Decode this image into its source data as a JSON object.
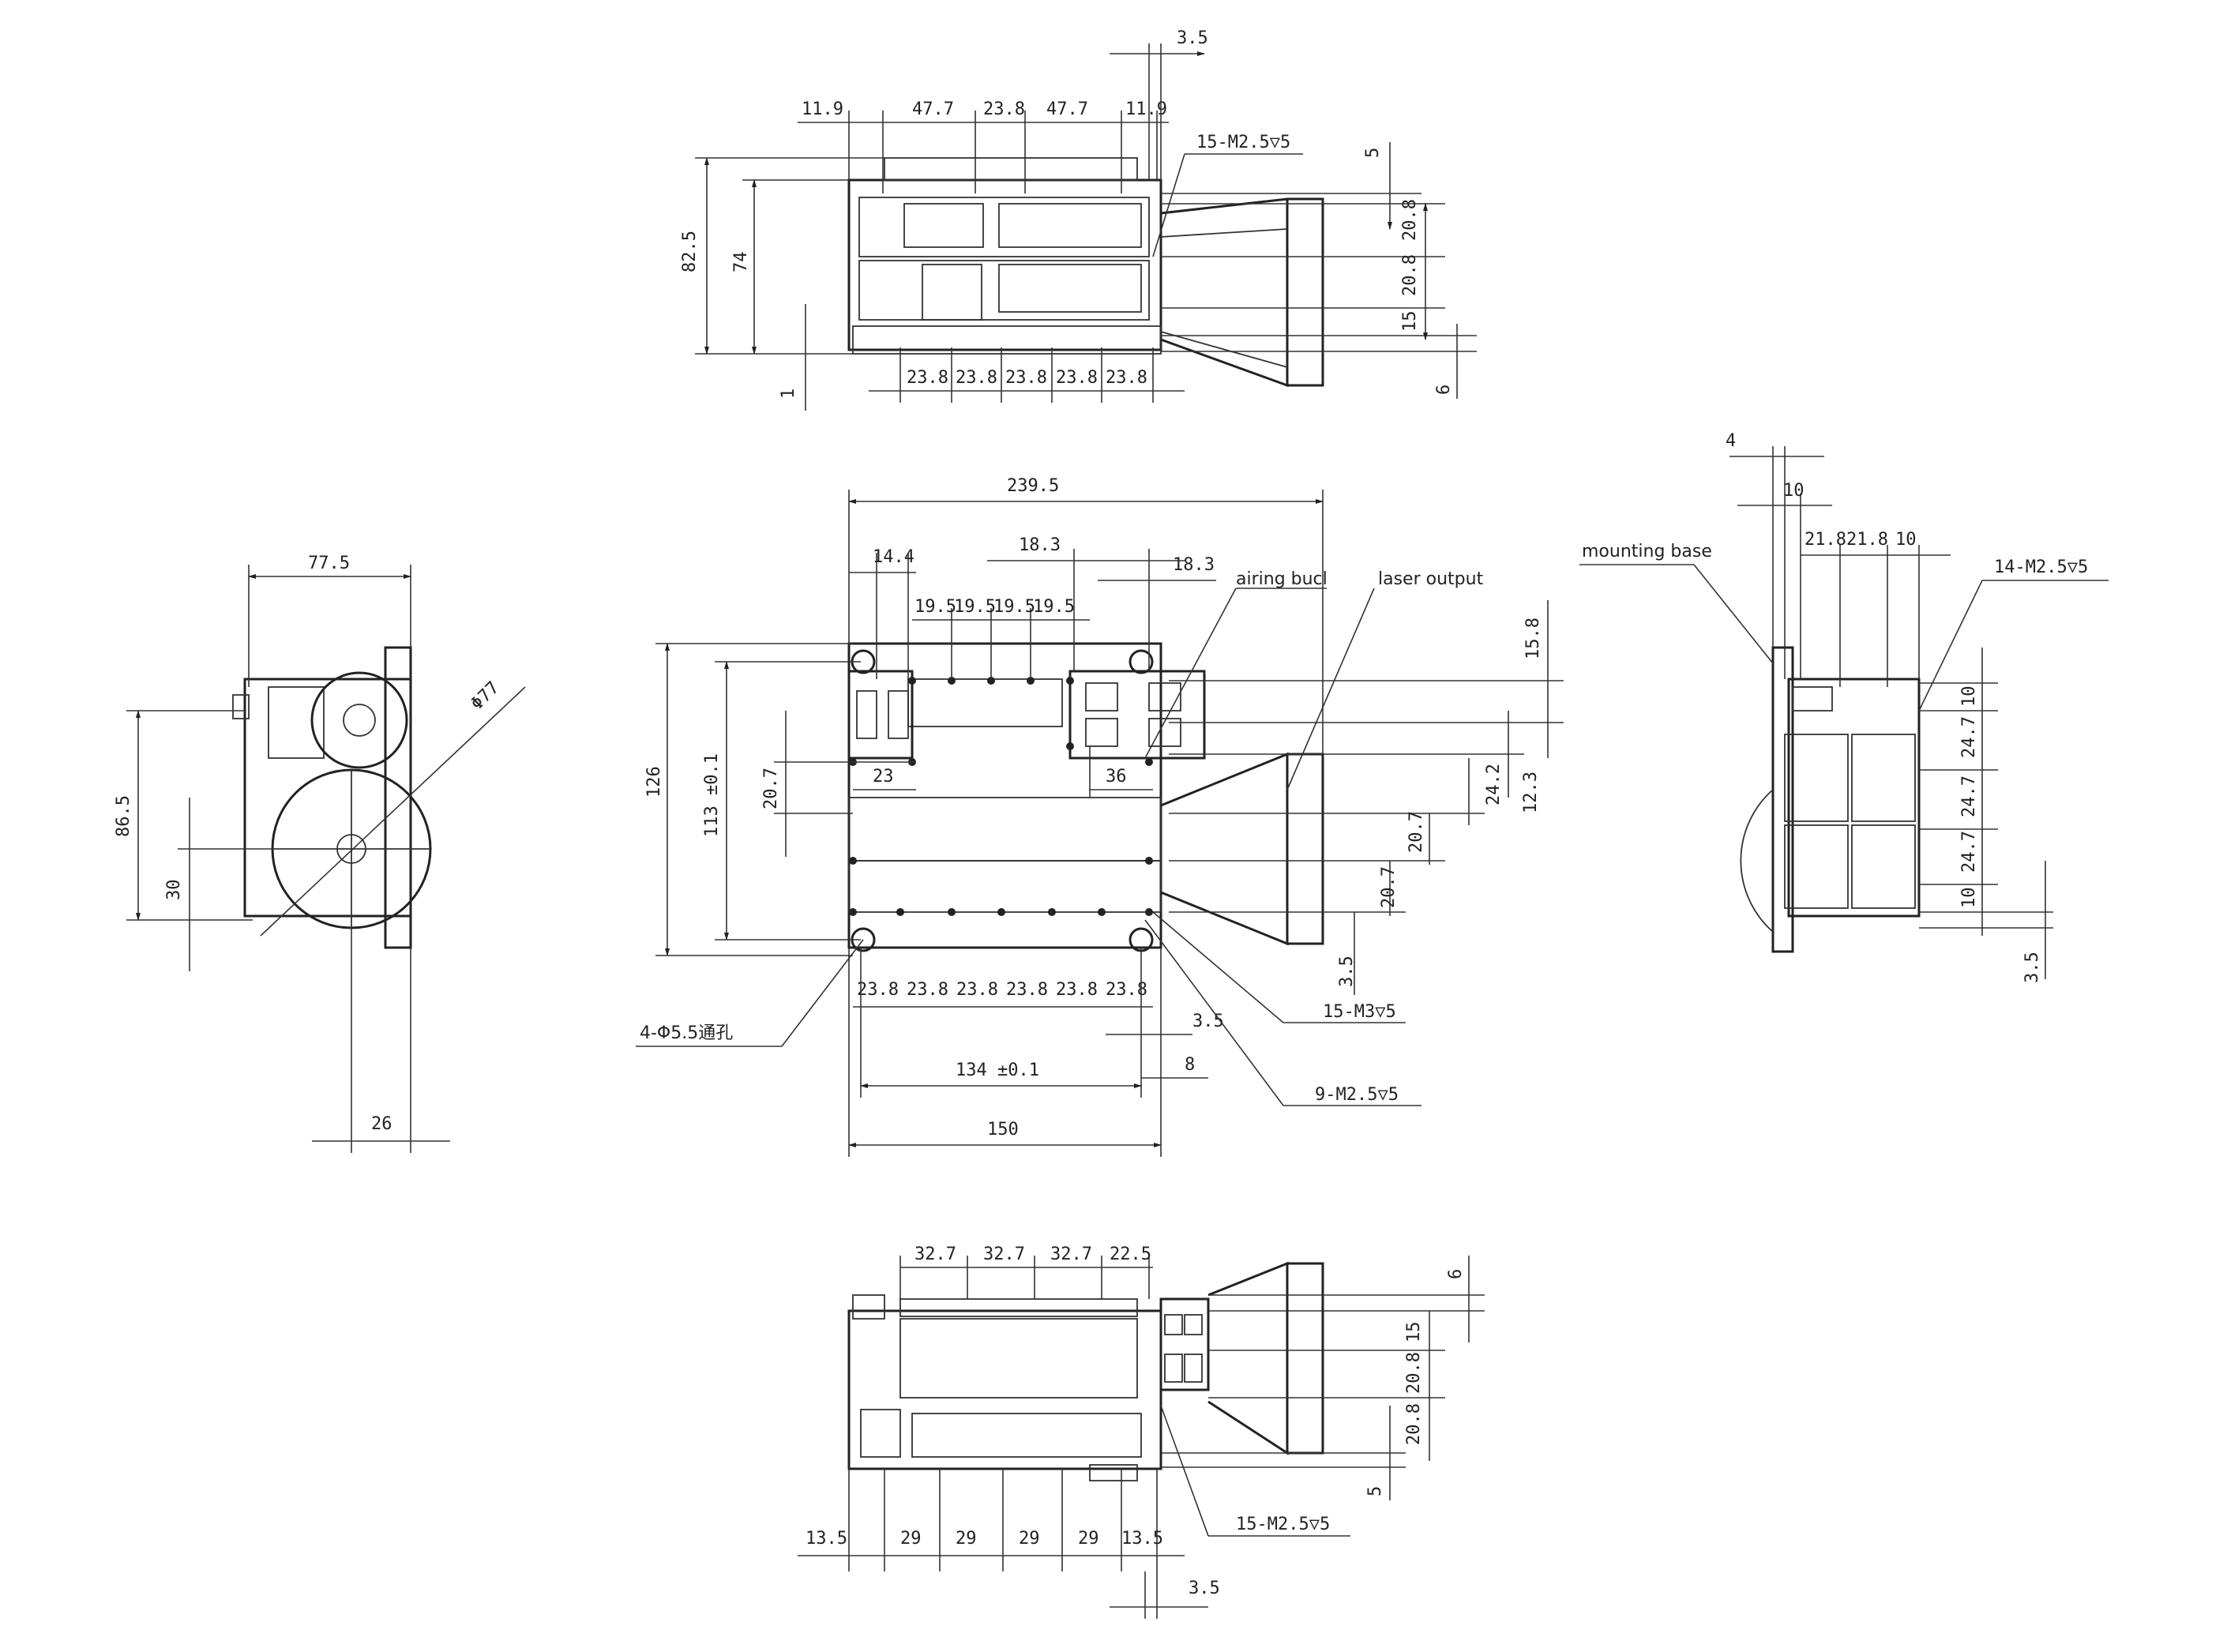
{
  "top_view": {
    "dims_top": [
      "11.9",
      "47.7",
      "23.8",
      "47.7",
      "11.9"
    ],
    "dim_3_5": "3.5",
    "hole_note": "15-M2.5▽5",
    "dims_left": [
      "82.5",
      "74",
      "1"
    ],
    "dims_right": [
      "5",
      "20.8",
      "20.8",
      "15",
      "6"
    ],
    "dims_bottom": [
      "23.8",
      "23.8",
      "23.8",
      "23.8",
      "23.8"
    ]
  },
  "left_view": {
    "dim_width": "77.5",
    "dim_dia": "Φ77",
    "dim_height": "86.5",
    "dim_30": "30",
    "dim_26": "26"
  },
  "front_view": {
    "dim_total": "239.5",
    "dim_14_4": "14.4",
    "dim_18_3a": "18.3",
    "dim_18_3b": "18.3",
    "dims_19_5": [
      "19.5",
      "19.5",
      "19.5",
      "19.5"
    ],
    "label_airing": "airing bucl",
    "label_laser": "laser output",
    "dim_126": "126",
    "dim_113": "113 ±0.1",
    "dim_20_7": "20.7",
    "dim_23": "23",
    "dim_36": "36",
    "dims_right": [
      "15.8",
      "24.2",
      "12.3",
      "20.7",
      "20.7",
      "3.5"
    ],
    "dims_bottom": [
      "23.8",
      "23.8",
      "23.8",
      "23.8",
      "23.8",
      "23.8"
    ],
    "hole_note_left": "4-Φ5.5通孔",
    "dim_3_5": "3.5",
    "hole_note_15": "15-M3▽5",
    "dim_134": "134 ±0.1",
    "dim_8": "8",
    "hole_note_9": "9-M2.5▽5",
    "dim_150": "150"
  },
  "right_view": {
    "dim_4": "4",
    "dim_10a": "10",
    "label_mounting": "mounting base",
    "dims_top": [
      "21.8",
      "21.8",
      "10"
    ],
    "hole_note": "14-M2.5▽5",
    "dims_right": [
      "10",
      "24.7",
      "24.7",
      "24.7",
      "10"
    ],
    "dim_3_5": "3.5"
  },
  "bottom_view": {
    "dims_top": [
      "32.7",
      "32.7",
      "32.7",
      "22.5"
    ],
    "dims_right": [
      "6",
      "15",
      "20.8",
      "20.8",
      "5"
    ],
    "hole_note": "15-M2.5▽5",
    "dims_bottom": [
      "13.5",
      "29",
      "29",
      "29",
      "29",
      "13.5"
    ],
    "dim_3_5": "3.5"
  }
}
